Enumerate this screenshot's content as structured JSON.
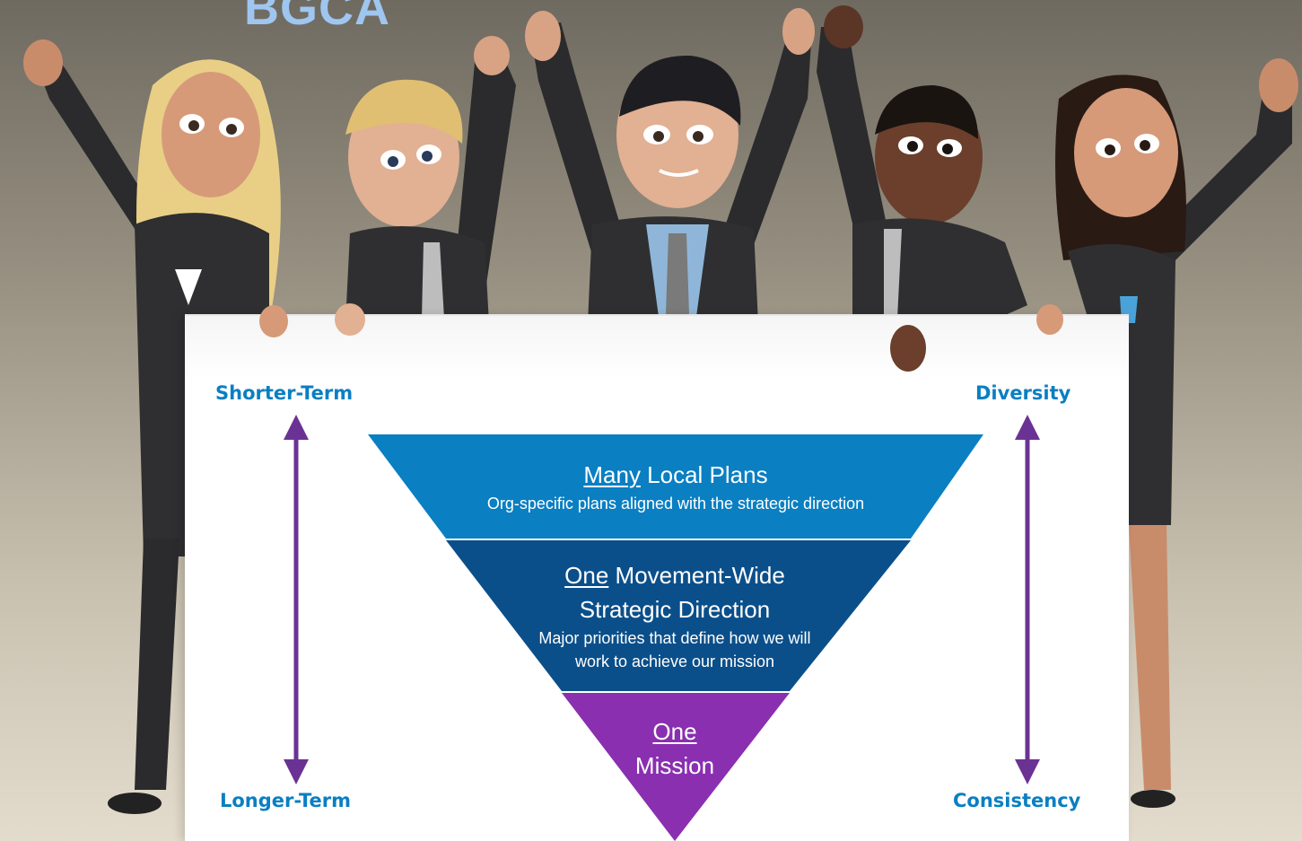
{
  "title": "BGCA",
  "labels": {
    "top_left": "Shorter-Term",
    "bottom_left": "Longer-Term",
    "top_right": "Diversity",
    "bottom_right": "Consistency"
  },
  "tiers": [
    {
      "emphasis": "Many",
      "heading": " Local Plans",
      "heading2": "",
      "description": "Org-specific plans aligned with the strategic direction",
      "color": "#0a7fc2"
    },
    {
      "emphasis": "One",
      "heading": " Movement-Wide",
      "heading2": "Strategic Direction",
      "description": "Major priorities that define how we will work to achieve our mission",
      "color": "#0b4f8a"
    },
    {
      "emphasis": "One",
      "heading": "",
      "heading2": "Mission",
      "description": "",
      "color": "#8a2fb0"
    }
  ],
  "colors": {
    "arrow": "#6a3393",
    "label": "#0a7fc2",
    "title": "#9ec6f0"
  }
}
